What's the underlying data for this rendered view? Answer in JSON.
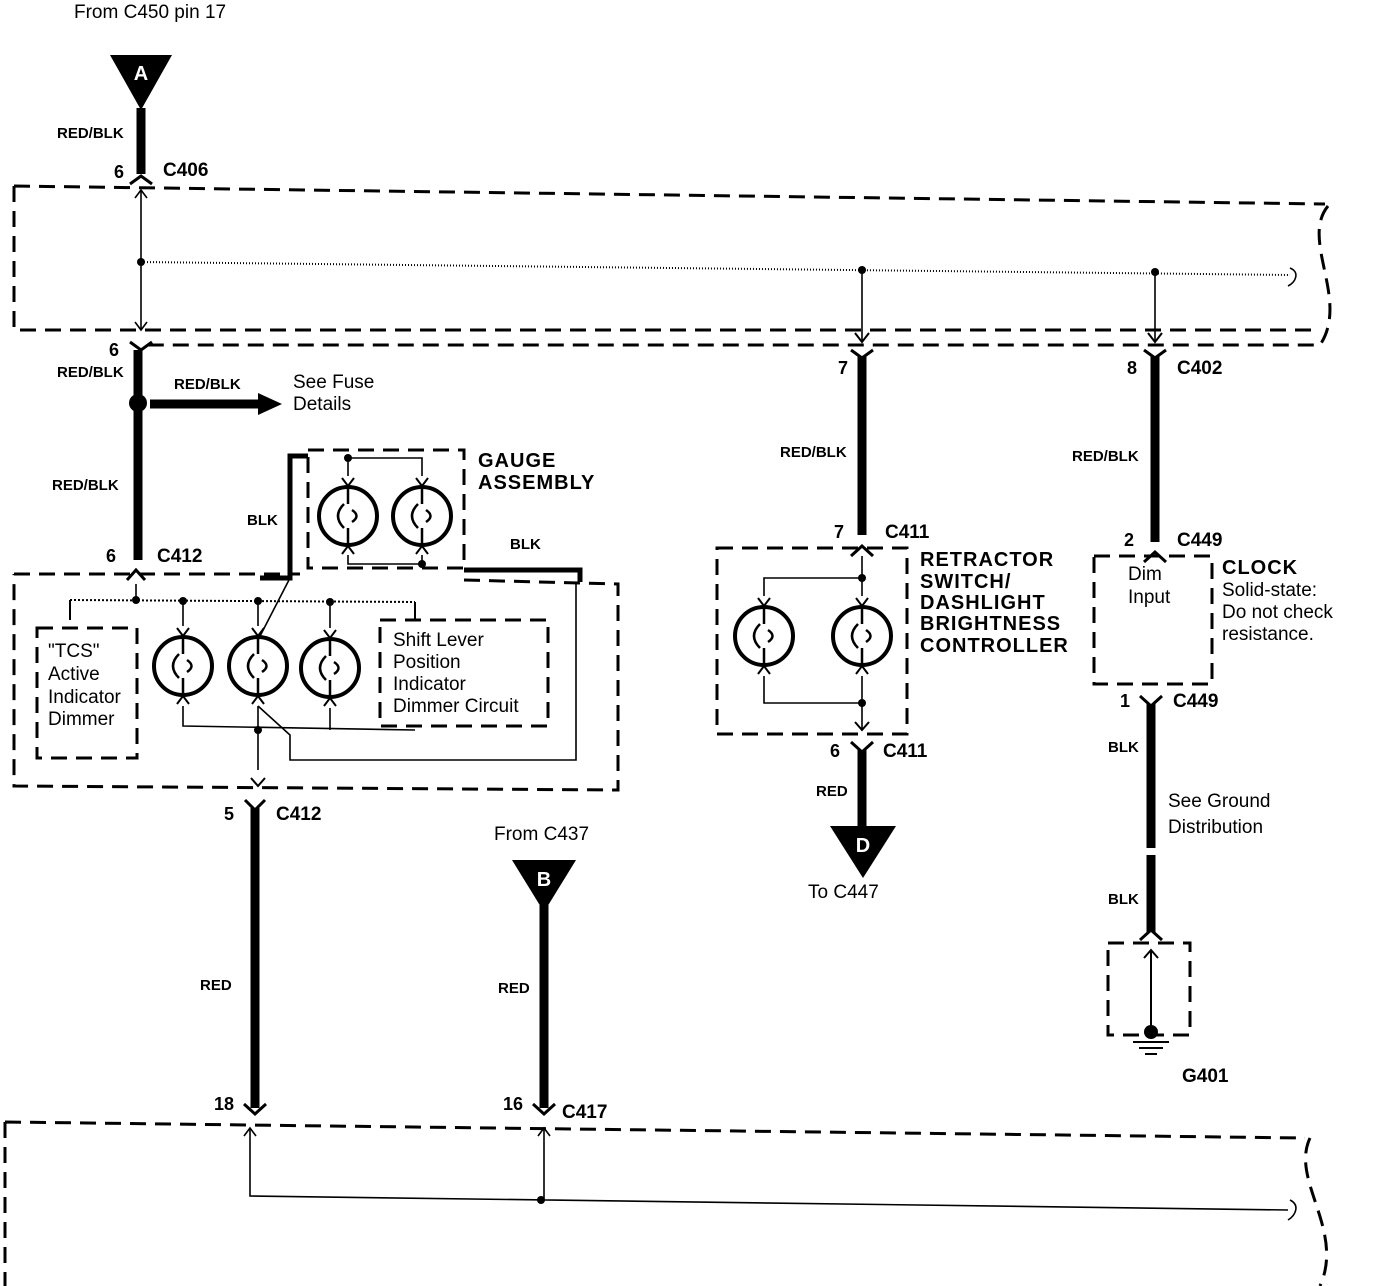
{
  "top_source": {
    "text": "From C450 pin 17",
    "marker": "A"
  },
  "connectors": {
    "c406": {
      "name": "C406",
      "pin_top": "6",
      "pin_bottom": "6"
    },
    "c402": {
      "name": "C402",
      "pin_7": "7",
      "pin_8": "8"
    },
    "c412_top": {
      "name": "C412",
      "pin": "6"
    },
    "c412_bottom": {
      "name": "C412",
      "pin": "5"
    },
    "c411_top": {
      "name": "C411",
      "pin": "7"
    },
    "c411_bottom": {
      "name": "C411",
      "pin": "6"
    },
    "c449_top": {
      "name": "C449",
      "pin": "2"
    },
    "c449_bottom": {
      "name": "C449",
      "pin": "1"
    },
    "c417": {
      "name": "C417",
      "pin_18": "18",
      "pin_16": "16"
    }
  },
  "wires": {
    "red_blk": "RED/BLK",
    "blk": "BLK",
    "red": "RED"
  },
  "fuse_ref": {
    "line1": "See Fuse",
    "line2": "Details"
  },
  "gauge_assembly": {
    "line1": "GAUGE",
    "line2": "ASSEMBLY"
  },
  "tcs_box": {
    "line1": "\"TCS\"",
    "line2": "Active",
    "line3": "Indicator",
    "line4": "Dimmer"
  },
  "shift_box": {
    "line1": "Shift Lever",
    "line2": "Position",
    "line3": "Indicator",
    "line4": "Dimmer Circuit"
  },
  "retractor": {
    "line1": "RETRACTOR",
    "line2": "SWITCH/",
    "line3": "DASHLIGHT",
    "line4": "BRIGHTNESS",
    "line5": "CONTROLLER"
  },
  "clock": {
    "title": "CLOCK",
    "note1": "Solid-state:",
    "note2": "Do not check",
    "note3": "resistance.",
    "input1": "Dim",
    "input2": "Input"
  },
  "ground": {
    "line1": "See Ground",
    "line2": "Distribution",
    "name": "G401"
  },
  "marker_b": {
    "label": "B",
    "text": "From C437"
  },
  "marker_d": {
    "label": "D",
    "text": "To C447"
  }
}
